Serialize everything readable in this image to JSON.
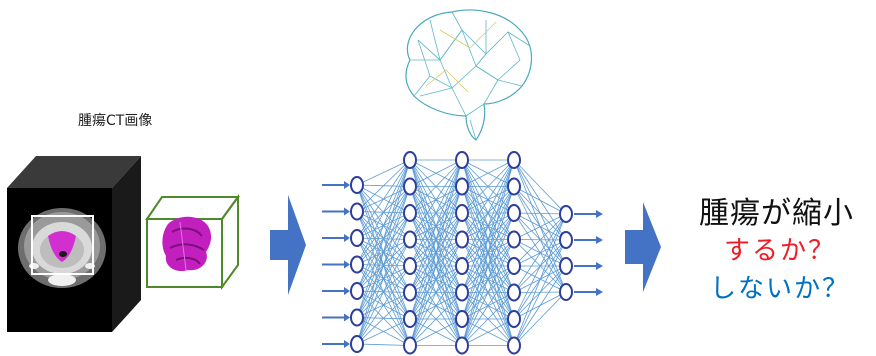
{
  "input_label": "腫瘍CT画像",
  "output": {
    "line1": "腫瘍が縮小",
    "line2": "するか？",
    "line3": "しないか？"
  },
  "colors": {
    "arrow": "#4472c4",
    "network_node": "#2e3f9b",
    "network_edge": "#5b9bd5",
    "tumor": "#c21fbf",
    "bounding_box": "#4f8a2a",
    "positive_text": "#ee1c24",
    "negative_text": "#0070c0"
  },
  "icons": [
    "ct-scan-volume",
    "tumor-3d-model",
    "brain-mesh",
    "neural-network",
    "process-arrow"
  ],
  "network_layers": [
    7,
    8,
    8,
    8,
    4
  ]
}
